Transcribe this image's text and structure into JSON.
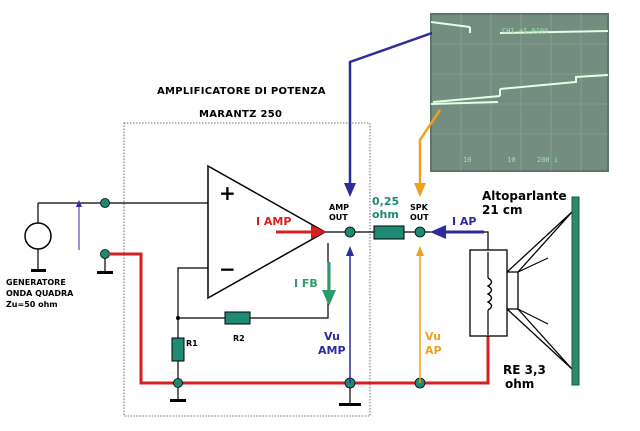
{
  "title": "AMPLIFICATORE DI POTENZA",
  "model": "MARANTZ 250",
  "generator": {
    "line1": "GENERATORE",
    "line2": "ONDA QUADRA",
    "line3": "Zu=50 ohm"
  },
  "opamp": {
    "plus": "+",
    "minus": "−"
  },
  "currents": {
    "i_amp": "I AMP",
    "i_fb": "I FB",
    "i_ap": "I AP"
  },
  "nodes": {
    "amp_out_1": "AMP",
    "amp_out_2": "OUT",
    "spk_out_1": "SPK",
    "spk_out_2": "OUT"
  },
  "resistor_series": {
    "value": "0,25",
    "unit": "ohm"
  },
  "components": {
    "r1": "R1",
    "r2": "R2"
  },
  "voltages": {
    "vu_amp_1": "Vu",
    "vu_amp_2": "AMP",
    "vu_ap_1": "Vu",
    "vu_ap_2": "AP"
  },
  "speaker": {
    "name": "Altoparlante",
    "size": "21 cm",
    "re_1": "RE 3,3",
    "re_2": "ohm"
  },
  "scope": {
    "top_readout": "CH1 ≠1.9100",
    "bottom_1": "10",
    "bottom_2": "10",
    "bottom_3": "200 i"
  },
  "colors": {
    "red_wire": "#d42020",
    "blue_arrow": "#2c2c9e",
    "orange_arrow": "#f0a020",
    "green_arrow": "#2e9a6a",
    "node_fill": "#1f8a73",
    "resistor_fill": "#1f8a73",
    "speaker_fill": "#2a8c66",
    "scope_bg": "#7a9488",
    "scope_trace": "#d8ffd8"
  }
}
